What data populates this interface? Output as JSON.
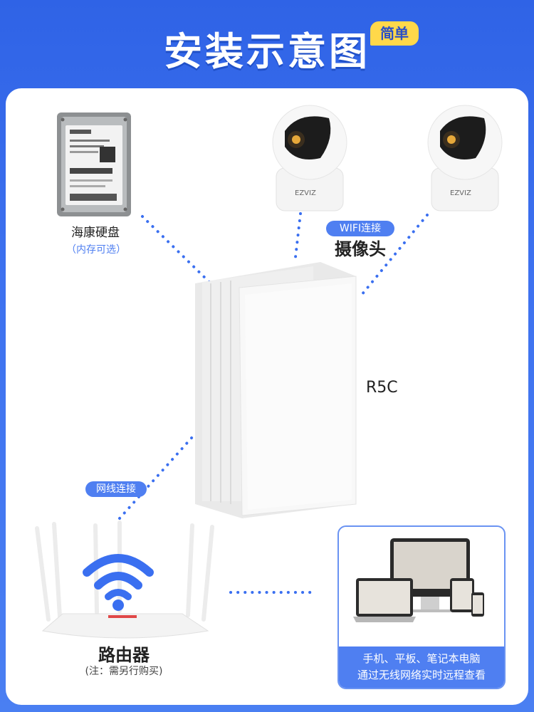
{
  "header": {
    "title": "安装示意图",
    "badge": "简单"
  },
  "hdd": {
    "label": "海康硬盘",
    "note": "（内存可选）"
  },
  "camera": {
    "wifi_tag": "WIFI连接",
    "label": "摄像头",
    "brand": "EZVIZ"
  },
  "nas": {
    "label": "R5C"
  },
  "router": {
    "cable_tag": "网线连接",
    "label": "路由器",
    "note": "(注：需另行购买)"
  },
  "devices": {
    "caption_line1": "手机、平板、笔记本电脑",
    "caption_line2": "通过无线网络实时远程查看"
  },
  "colors": {
    "accent": "#4f7ff1",
    "header_bg": "#2f63e6",
    "badge": "#ffd84a"
  }
}
